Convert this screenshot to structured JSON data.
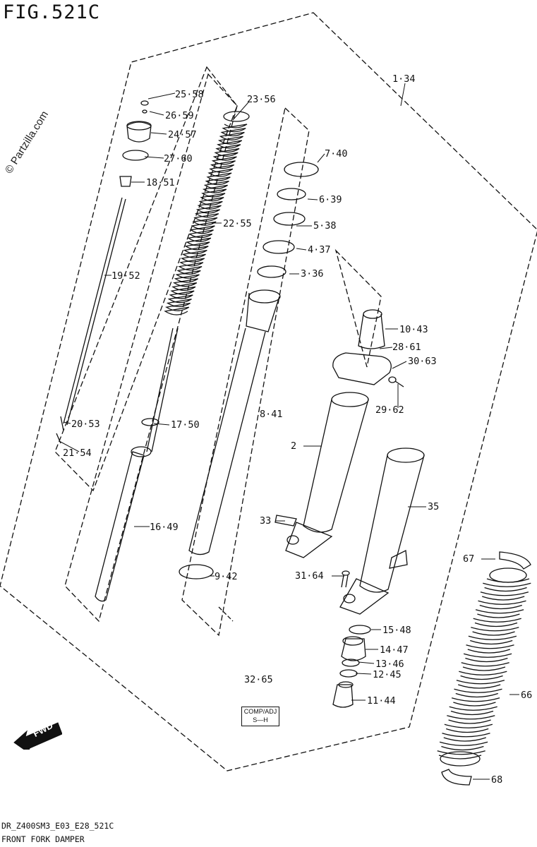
{
  "header": {
    "title": "FIG.521C"
  },
  "watermark": "© Partzilla.com",
  "footer": {
    "model_code": "DR_Z400SM3_E03_E28_521C",
    "caption": "FRONT FORK DAMPER"
  },
  "badge": {
    "line1": "COMP/ADJ",
    "line2": "S—H"
  },
  "fwd_label": "FWD",
  "labels": {
    "l1_34": "1·34",
    "l25_58": "25·58",
    "l26_59": "26·59",
    "l24_57": "24·57",
    "l27_60": "27·60",
    "l18_51": "18·51",
    "l19_52": "19·52",
    "l20_53": "20·53",
    "l21_54": "21·54",
    "l23_56": "23·56",
    "l22_55": "22·55",
    "l17_50": "17·50",
    "l16_49": "16·49",
    "l7_40": "7·40",
    "l6_39": "6·39",
    "l5_38": "5·38",
    "l4_37": "4·37",
    "l3_36": "3·36",
    "l8_41": "8·41",
    "l9_42": "9·42",
    "l10_43": "10·43",
    "l28_61": "28·61",
    "l30_63": "30·63",
    "l29_62": "29·62",
    "l2": "2",
    "l33": "33",
    "l35": "35",
    "l31_64": "31·64",
    "l15_48": "15·48",
    "l14_47": "14·47",
    "l13_46": "13·46",
    "l12_45": "12·45",
    "l11_44": "11·44",
    "l32_65": "32·65",
    "l67": "67",
    "l66": "66",
    "l68": "68"
  }
}
